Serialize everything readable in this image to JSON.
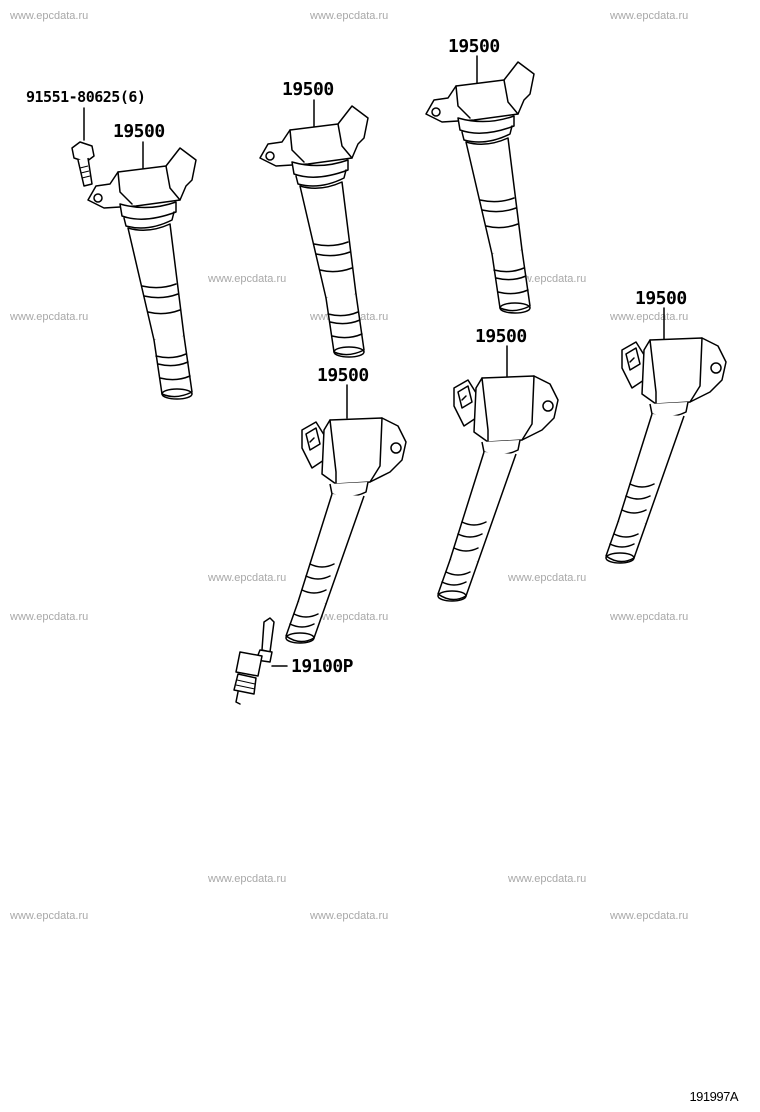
{
  "watermarks": [
    "www.epcdata.ru",
    "www.epcdata.ru",
    "www.epcdata.ru",
    "www.epcdata.ru",
    "www.epcdata.ru",
    "www.epcdata.ru",
    "www.epcdata.ru",
    "www.epcdata.ru",
    "www.epcdata.ru",
    "www.epcdata.ru",
    "www.epcdata.ru",
    "www.epcdata.ru",
    "www.epcdata.ru",
    "www.epcdata.ru",
    "www.epcdata.ru",
    "www.epcdata.ru",
    "www.epcdata.ru",
    "www.epcdata.ru"
  ],
  "callouts": {
    "bolt": "91551-80625(6)",
    "coil_1": "19500",
    "coil_2": "19500",
    "coil_3": "19500",
    "coil_4": "19500",
    "coil_5": "19500",
    "coil_6": "19500",
    "spark_plug": "19100P"
  },
  "figure_number": "191997A"
}
